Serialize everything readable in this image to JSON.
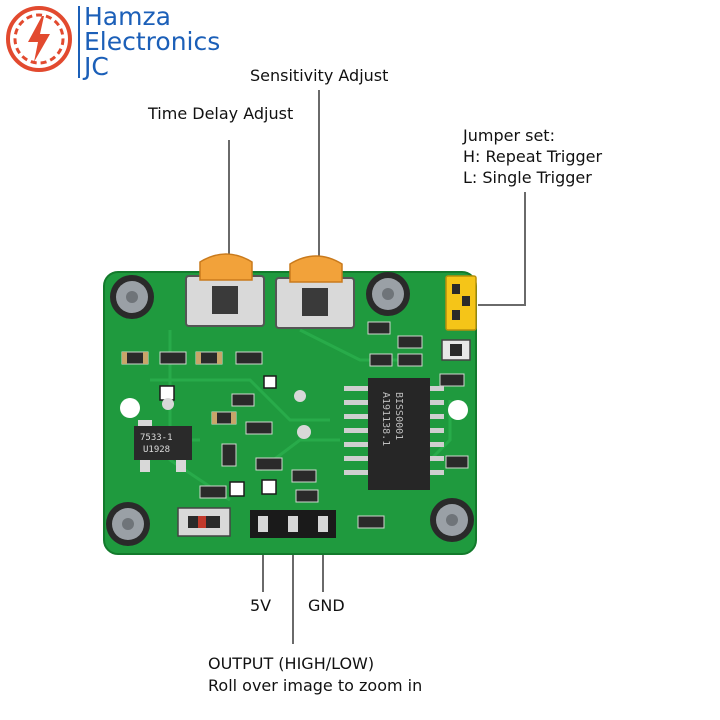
{
  "brand": {
    "line1": "Hamza",
    "line2": "Electronics",
    "line3": "JC",
    "logo_icon": "lightning-bolt-gear-icon",
    "accent_color": "#e24a2f",
    "text_color": "#1b5fb8"
  },
  "labels": {
    "sensitivity": "Sensitivity Adjust",
    "time_delay": "Time Delay Adjust",
    "jumper_title": "Jumper set:",
    "jumper_h": "H: Repeat Trigger",
    "jumper_l": "L: Single Trigger",
    "pin_5v": "5V",
    "pin_gnd": "GND",
    "output": "OUTPUT (HIGH/LOW)",
    "zoom_hint": "Roll over image to zoom in"
  },
  "board": {
    "chip_line1": "BISS0001",
    "chip_line2": "A191138.1",
    "regulator_line1": "7533-1",
    "regulator_line2": "U1928",
    "pcb_color": "#1f9a3e",
    "pot_color": "#f2a23a"
  }
}
